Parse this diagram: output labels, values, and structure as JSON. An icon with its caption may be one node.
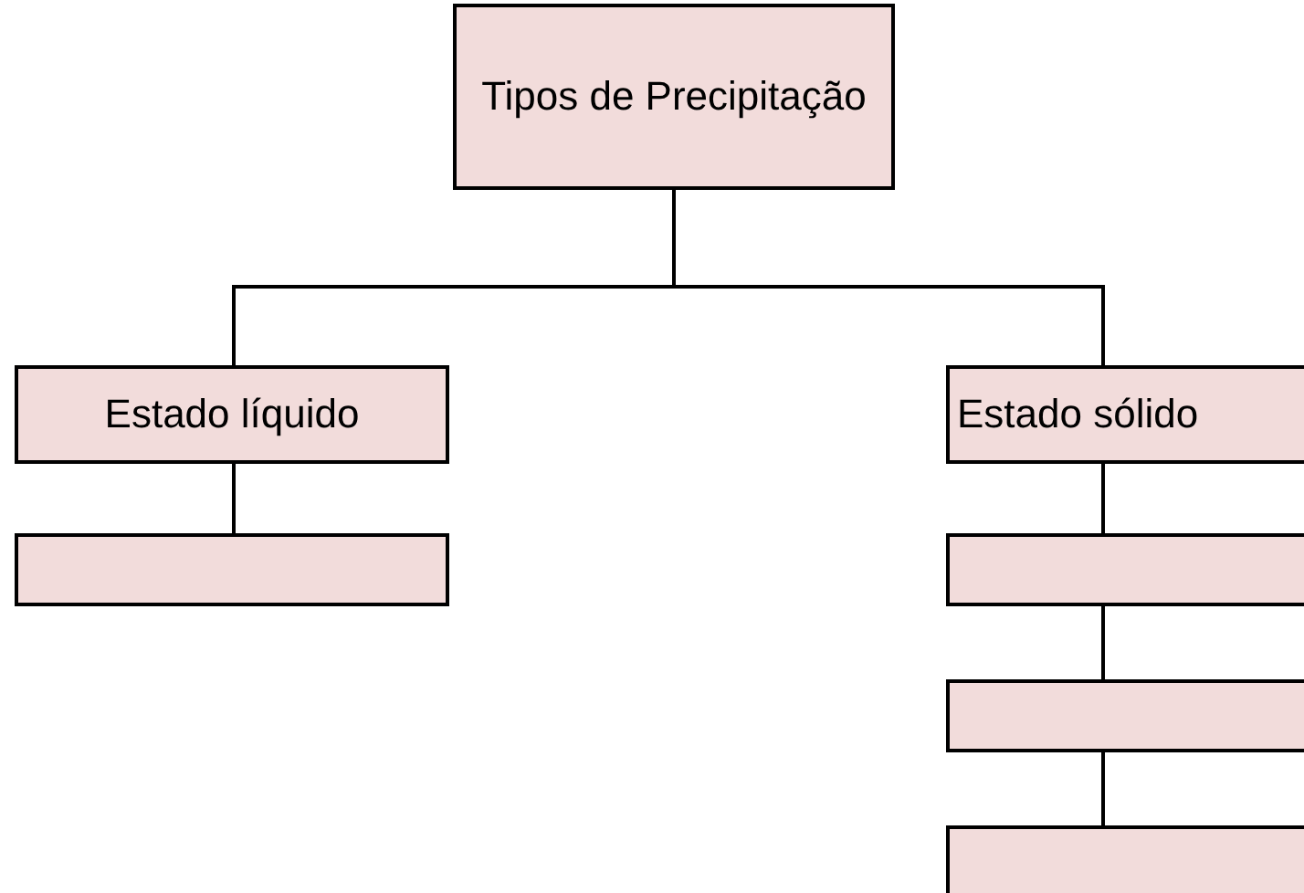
{
  "diagram": {
    "nodes": [
      {
        "text": [
          "Tipos de Precipitação"
        ]
      },
      {
        "text": [
          "Estado líquido"
        ]
      },
      {
        "text": [
          "Estado sólido"
        ]
      },
      {
        "text": [],
        "shape": "box"
      },
      {
        "text": [],
        "shape": "box"
      },
      {
        "text": [],
        "shape": "box"
      },
      {
        "text": [],
        "shape": "box"
      }
    ],
    "edges": [
      {
        "from": 0,
        "to": 1,
        "arrow": "none"
      },
      {
        "from": 0,
        "to": 2,
        "arrow": "none"
      },
      {
        "from": 1,
        "to": 3,
        "arrow": "none"
      },
      {
        "from": 2,
        "to": 4,
        "arrow": "none"
      },
      {
        "from": 4,
        "to": 5,
        "arrow": "none"
      },
      {
        "from": 5,
        "to": 6,
        "arrow": "none"
      }
    ]
  }
}
